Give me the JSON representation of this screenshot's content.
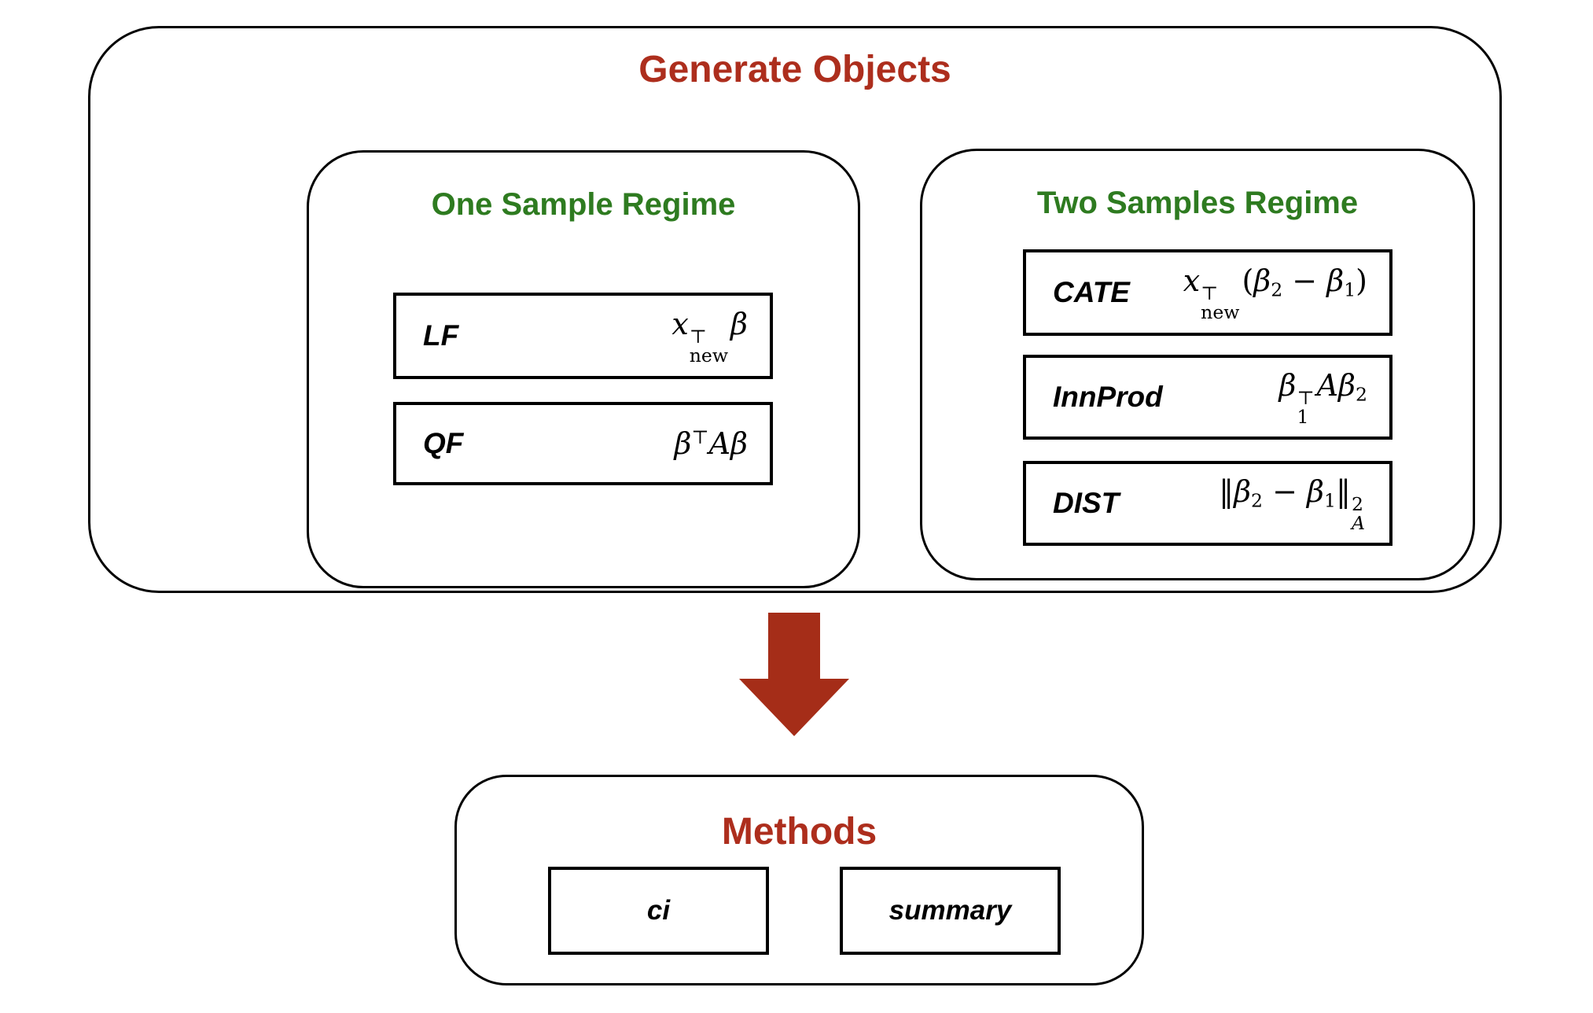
{
  "palette": {
    "title_red": "#AD2E1D",
    "arrow_red": "#A52D18",
    "regime_green": "#2E7B20",
    "line_black": "#000000",
    "background": "#FFFFFF"
  },
  "generate_objects": {
    "title": "Generate Objects",
    "one_sample_regime": {
      "title": "One Sample Regime",
      "items": [
        {
          "label": "LF",
          "formula_text": "x_new^⊤ β",
          "formula": [
            {
              "t": "it",
              "v": "x"
            },
            {
              "t": "ss",
              "sup": "⊤",
              "sub": "new"
            },
            {
              "t": "it",
              "v": "β"
            }
          ]
        },
        {
          "label": "QF",
          "formula_text": "β^⊤ A β",
          "formula": [
            {
              "t": "it",
              "v": "β"
            },
            {
              "t": "sup",
              "v": "⊤"
            },
            {
              "t": "it",
              "v": "A"
            },
            {
              "t": "it",
              "v": "β"
            }
          ]
        }
      ]
    },
    "two_samples_regime": {
      "title": "Two Samples Regime",
      "items": [
        {
          "label": "CATE",
          "formula_text": "x_new^⊤ (β₂ − β₁)",
          "formula": [
            {
              "t": "it",
              "v": "x"
            },
            {
              "t": "ss",
              "sup": "⊤",
              "sub": "new"
            },
            {
              "t": "up",
              "v": "("
            },
            {
              "t": "it",
              "v": "β"
            },
            {
              "t": "sub",
              "v": "2"
            },
            {
              "t": "up",
              "v": " − "
            },
            {
              "t": "it",
              "v": "β"
            },
            {
              "t": "sub",
              "v": "1"
            },
            {
              "t": "up",
              "v": ")"
            }
          ]
        },
        {
          "label": "InnProd",
          "formula_text": "β₁^⊤ A β₂",
          "formula": [
            {
              "t": "it",
              "v": "β"
            },
            {
              "t": "ss",
              "sup": "⊤",
              "sub": "1"
            },
            {
              "t": "it",
              "v": "A"
            },
            {
              "t": "it",
              "v": "β"
            },
            {
              "t": "sub",
              "v": "2"
            }
          ]
        },
        {
          "label": "DIST",
          "formula_text": "‖β₂ − β₁‖²_A",
          "formula": [
            {
              "t": "up",
              "v": "‖"
            },
            {
              "t": "it",
              "v": "β"
            },
            {
              "t": "sub",
              "v": "2"
            },
            {
              "t": "up",
              "v": " − "
            },
            {
              "t": "it",
              "v": "β"
            },
            {
              "t": "sub",
              "v": "1"
            },
            {
              "t": "up",
              "v": "‖"
            },
            {
              "t": "ss",
              "sup": "2",
              "sub": "A",
              "si": true
            }
          ]
        }
      ]
    }
  },
  "methods": {
    "title": "Methods",
    "items": [
      {
        "label": "ci"
      },
      {
        "label": "summary"
      }
    ]
  }
}
